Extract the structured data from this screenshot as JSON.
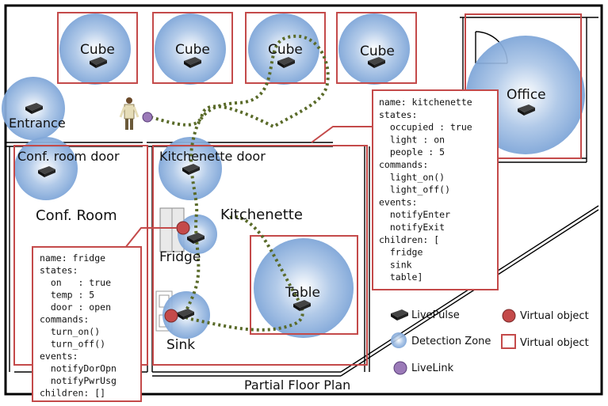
{
  "caption": "Partial Floor Plan",
  "colors": {
    "outline": "#c44a4a",
    "zone_fill": "#8fb3df",
    "live_pulse": "#222222",
    "virtual_object_dot": "#c44a4a",
    "live_link": "#9b7ab8",
    "path": "#5a6b2a",
    "wall": "#000000"
  },
  "zones": {
    "cube1": "Cube",
    "cube2": "Cube",
    "cube3": "Cube",
    "cube4": "Cube",
    "office": "Office",
    "entrance": "Entrance",
    "conf_door": "Conf. room door",
    "conf_room": "Conf. Room",
    "kitchenette_door": "Kitchenette door",
    "kitchenette": "Kitchenette",
    "fridge": "Fridge",
    "sink": "Sink",
    "table": "Table"
  },
  "kitchenette_card": [
    "name: kitchenette",
    "states:",
    "  occupied : true",
    "  light : on",
    "  people : 5",
    "commands:",
    "  light_on()",
    "  light_off()",
    "events:",
    "  notifyEnter",
    "  notifyExit",
    "children: [",
    "  fridge",
    "  sink",
    "  table]"
  ],
  "fridge_card": [
    "name: fridge",
    "states:",
    "  on   : true",
    "  temp : 5",
    "  door : open",
    "commands:",
    "  turn_on()",
    "  turn_off()",
    "events:",
    "  notifyDorOpn",
    "  notifyPwrUsg",
    "children: []"
  ],
  "legend": {
    "live_pulse": "LivePulse",
    "detection_zone": "Detection Zone",
    "live_link": "LiveLink",
    "virtual_object_dot": "Virtual object",
    "virtual_object_box": "Virtual object"
  },
  "icons": {
    "device": "livepulse-device-icon",
    "person": "person-icon"
  }
}
